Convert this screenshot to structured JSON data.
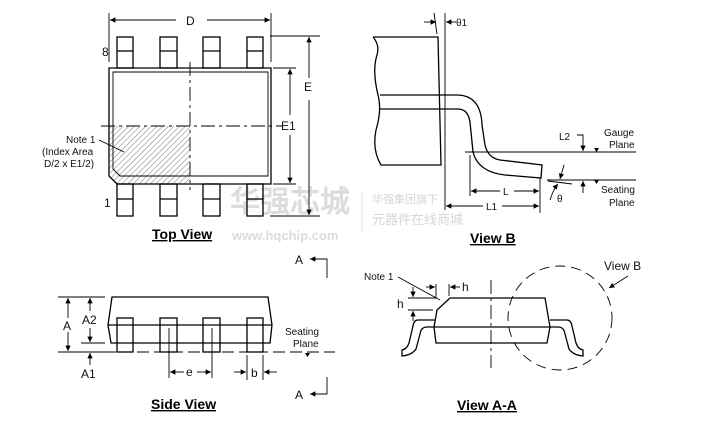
{
  "top_view": {
    "title": "Top View",
    "dim_d": "D",
    "dim_e": "E",
    "dim_e1": "E1",
    "pin_8": "8",
    "pin_1": "1",
    "note": [
      "Note 1",
      "(Index Area",
      "D/2 x E1/2)"
    ]
  },
  "view_b": {
    "title": "View B",
    "theta1": "θ1",
    "theta": "θ",
    "l": "L",
    "l1": "L1",
    "l2": "L2",
    "gauge": [
      "Gauge",
      "Plane"
    ],
    "seating": [
      "Seating",
      "Plane"
    ]
  },
  "side_view": {
    "title": "Side View",
    "a": "A",
    "a1": "A1",
    "a2": "A2",
    "e": "e",
    "b": "b",
    "seating": [
      "Seating",
      "Plane"
    ],
    "section_top": "A",
    "section_bottom": "A"
  },
  "view_aa": {
    "title": "View A-A",
    "note": "Note 1",
    "h_top": "h",
    "h_left": "h",
    "view_b_callout": "View B"
  },
  "watermark": {
    "brand": "华强芯城",
    "url": "www.hqchip.com",
    "line1": "华强集团旗下",
    "line2": "元器件在线商城"
  }
}
